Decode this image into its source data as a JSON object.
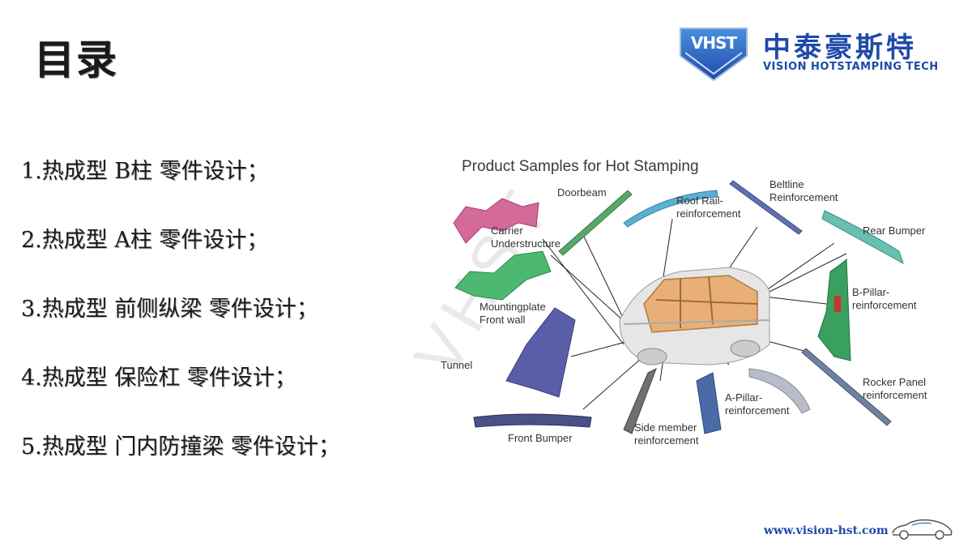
{
  "title": "目录",
  "logo": {
    "badge": "VHST",
    "chinese_name": "中泰豪斯特",
    "english_name": "VISION HOTSTAMPING TECH",
    "brand_color": "#1e4aa8"
  },
  "toc": [
    "1.热成型 B柱 零件设计；",
    "2.热成型 A柱 零件设计；",
    "3.热成型 前侧纵梁 零件设计；",
    "4.热成型 保险杠 零件设计；",
    "5.热成型 门内防撞梁 零件设计；"
  ],
  "figure": {
    "title": "Product Samples for Hot Stamping",
    "labels": {
      "doorbeam": "Doorbeam",
      "roof_rail_1": "Roof Rail-",
      "roof_rail_2": "reinforcement",
      "beltline_1": "Beltline",
      "beltline_2": "Reinforcement",
      "rear_bumper": "Rear Bumper",
      "carrier_1": "Carrier",
      "carrier_2": "Understructure",
      "b_pillar_1": "B-Pillar-",
      "b_pillar_2": "reinforcement",
      "mounting_1": "Mountingplate",
      "mounting_2": "Front wall",
      "tunnel": "Tunnel",
      "rocker_1": "Rocker Panel",
      "rocker_2": "reinforcement",
      "a_pillar_1": "A-Pillar-",
      "a_pillar_2": "reinforcement",
      "side_member_1": "Side member",
      "side_member_2": "reinforcement",
      "front_bumper": "Front Bumper"
    },
    "watermark": "VHST"
  },
  "footer": {
    "url": "www.vision-hst.com"
  }
}
